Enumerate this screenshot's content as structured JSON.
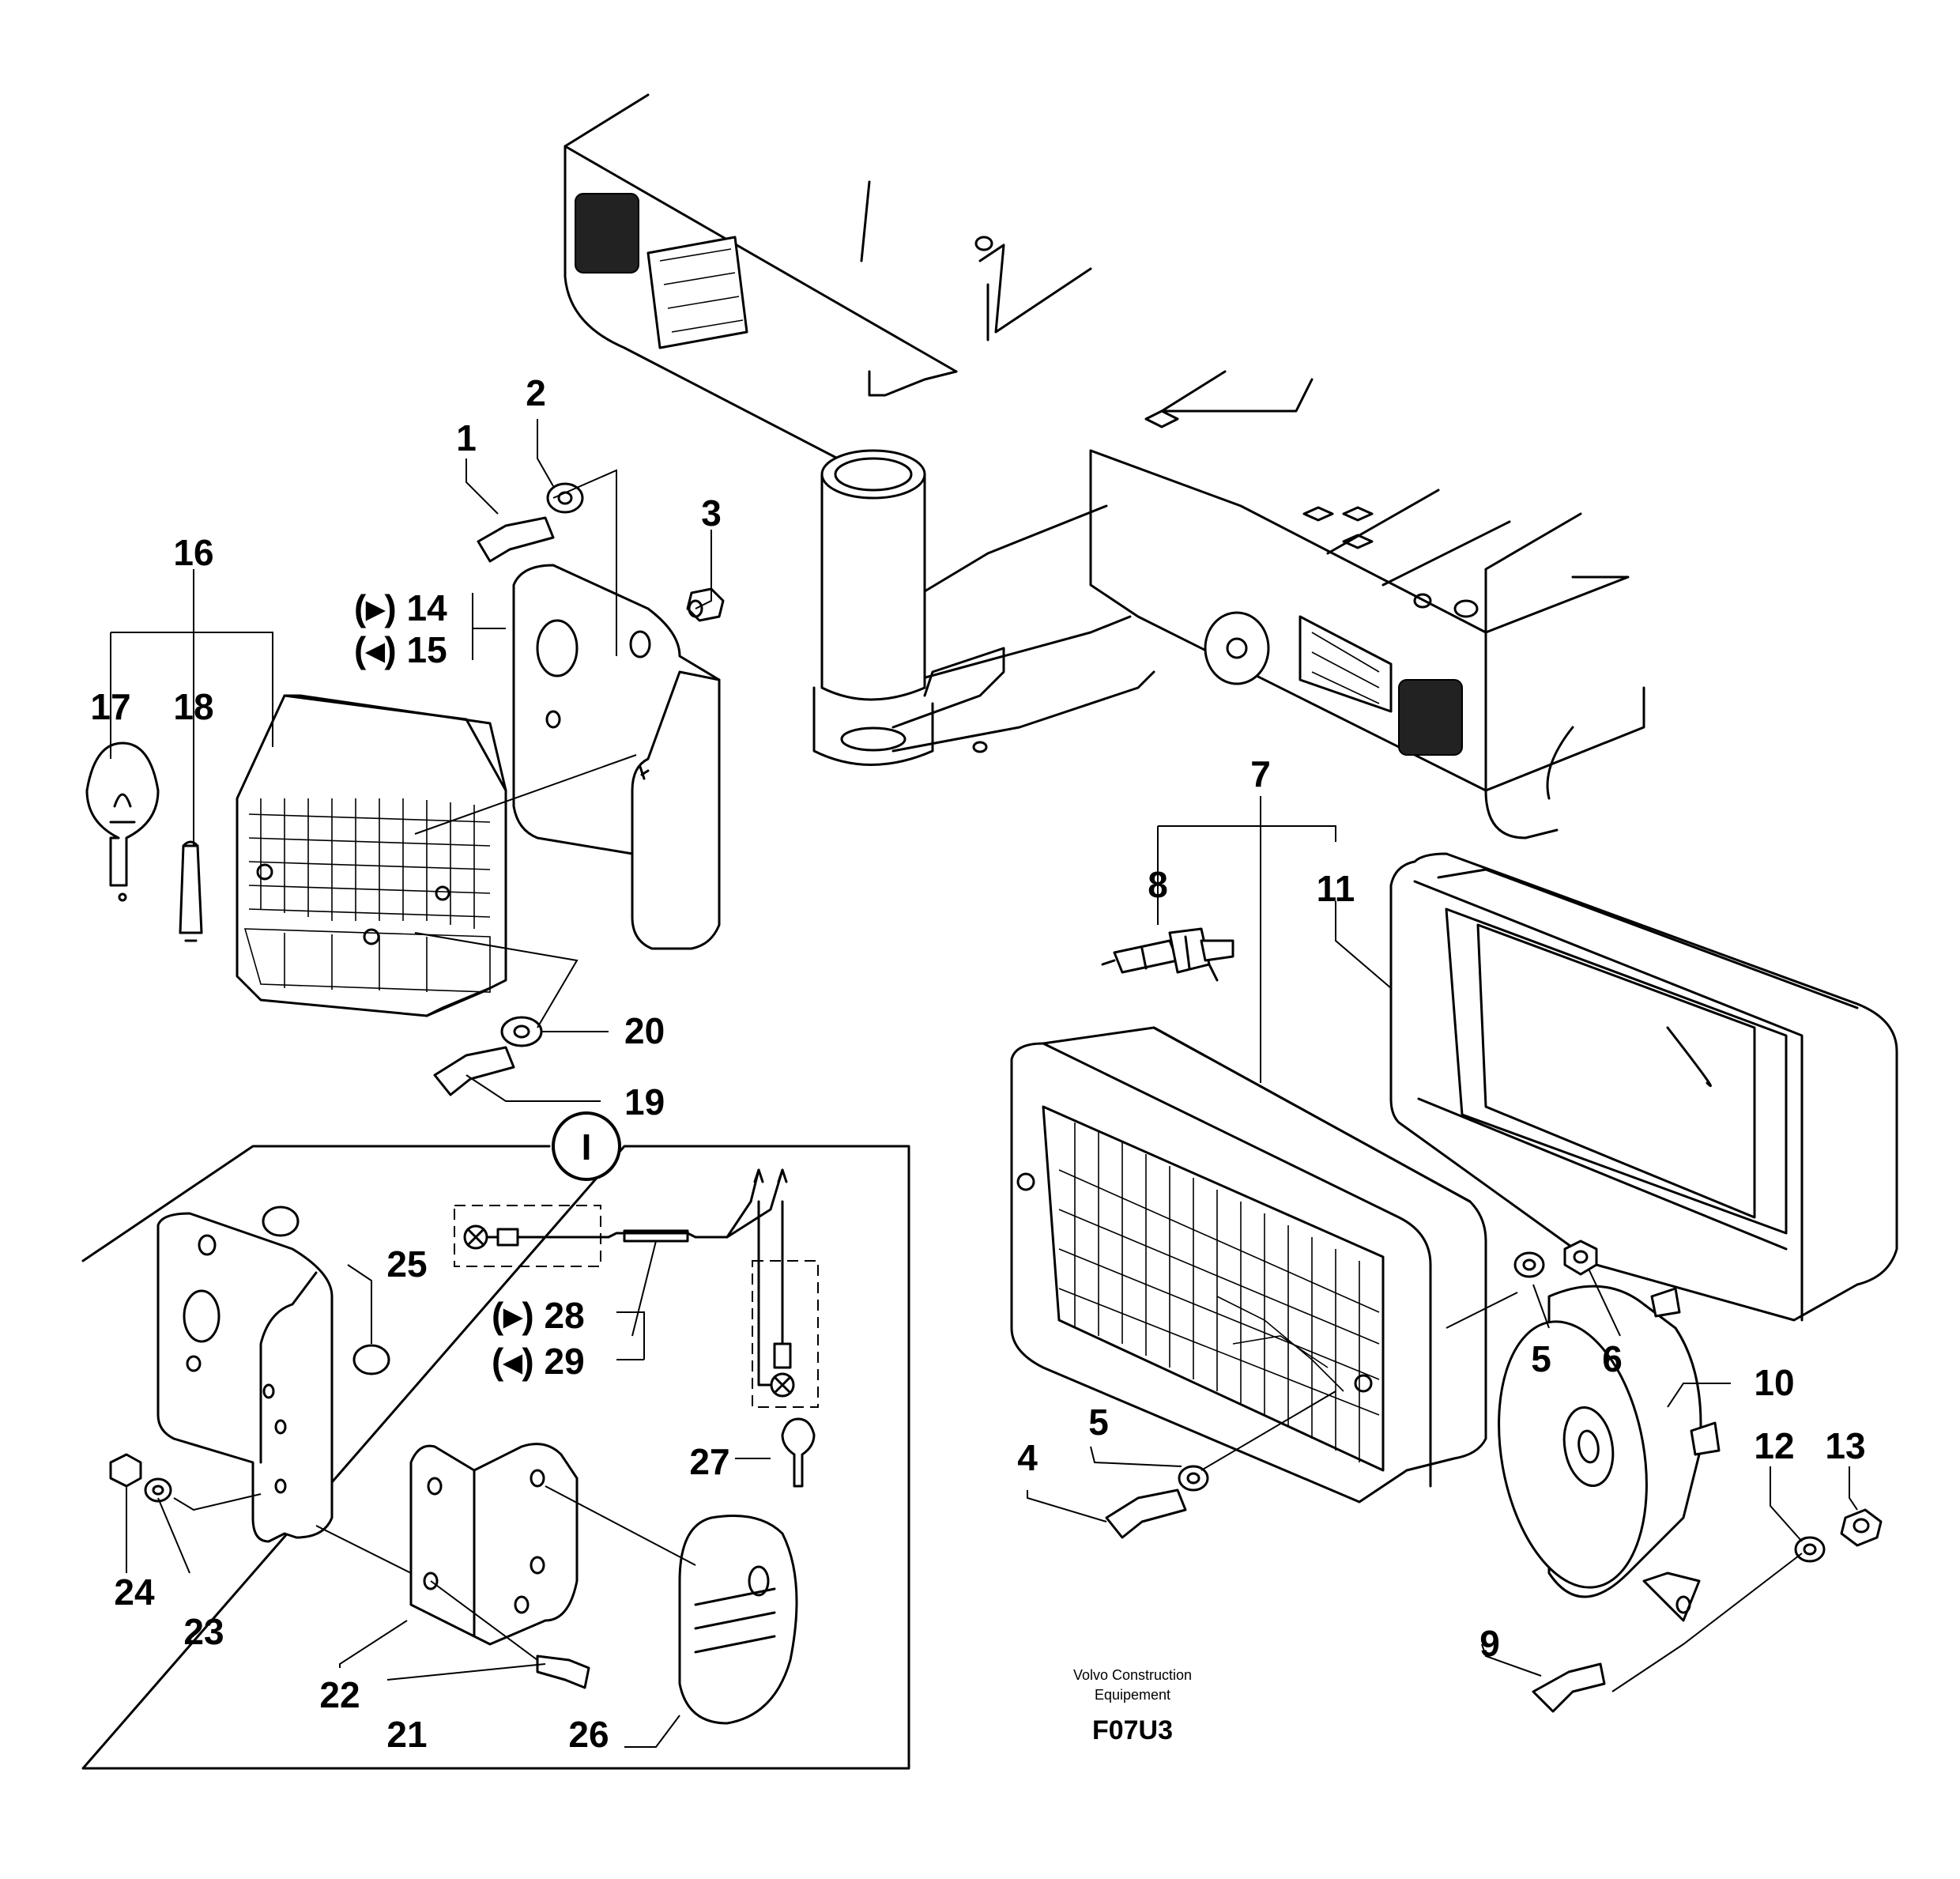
{
  "callouts": {
    "n1": "1",
    "n2": "2",
    "n3": "3",
    "n4": "4",
    "n5a": "5",
    "n5b": "5",
    "n6": "6",
    "n7": "7",
    "n8": "8",
    "n9": "9",
    "n10": "10",
    "n11": "11",
    "n12": "12",
    "n13": "13",
    "n14": "(▸) 14",
    "n15": "(◂) 15",
    "n16": "16",
    "n17": "17",
    "n18": "18",
    "n19": "19",
    "n20": "20",
    "n21": "21",
    "n22": "22",
    "n23": "23",
    "n24": "24",
    "n25": "25",
    "n26": "26",
    "n27": "27",
    "n28": "(▸) 28",
    "n29": "(◂) 29"
  },
  "detail_marker": "I",
  "brand_line1": "Volvo Construction",
  "brand_line2": "Equipement",
  "figure_code": "F07U3"
}
